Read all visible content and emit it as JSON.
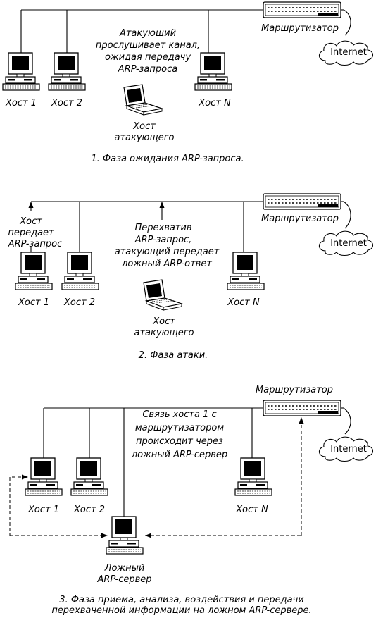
{
  "phase1": {
    "host1": "Хост 1",
    "host2": "Хост 2",
    "hostN": "Хост N",
    "router": "Маршрутизатор",
    "internet": "Internet",
    "attacker": [
      "Хост",
      "атакующего"
    ],
    "note": [
      "Атакующий",
      "прослушивает канал,",
      "ожидая передачу",
      "ARP-запроса"
    ],
    "caption": "1. Фаза ожидания ARP-запроса."
  },
  "phase2": {
    "host1": "Хост 1",
    "host2": "Хост 2",
    "hostN": "Хост N",
    "router": "Маршрутизатор",
    "internet": "Internet",
    "attacker": [
      "Хост",
      "атакующего"
    ],
    "host_note": [
      "Хост",
      "передает",
      "ARP-запрос"
    ],
    "attack_note": [
      "Перехватив",
      "ARP-запрос,",
      "атакующий передает",
      "ложный ARP-ответ"
    ],
    "caption": "2. Фаза атаки."
  },
  "phase3": {
    "host1": "Хост 1",
    "host2": "Хост 2",
    "hostN": "Хост N",
    "router": "Маршрутизатор",
    "internet": "Internet",
    "server": [
      "Ложный",
      "ARP-сервер"
    ],
    "note": [
      "Связь хоста 1 с",
      "маршрутизатором",
      "происходит через",
      "ложный ARP-сервер"
    ],
    "caption": [
      "3. Фаза приема, анализа, воздействия и передачи",
      "перехваченной информации на ложном ARP-сервере."
    ]
  },
  "icons": {
    "host": "desktop-computer-icon",
    "laptop": "laptop-icon",
    "router": "router-icon",
    "internet": "cloud-icon"
  }
}
